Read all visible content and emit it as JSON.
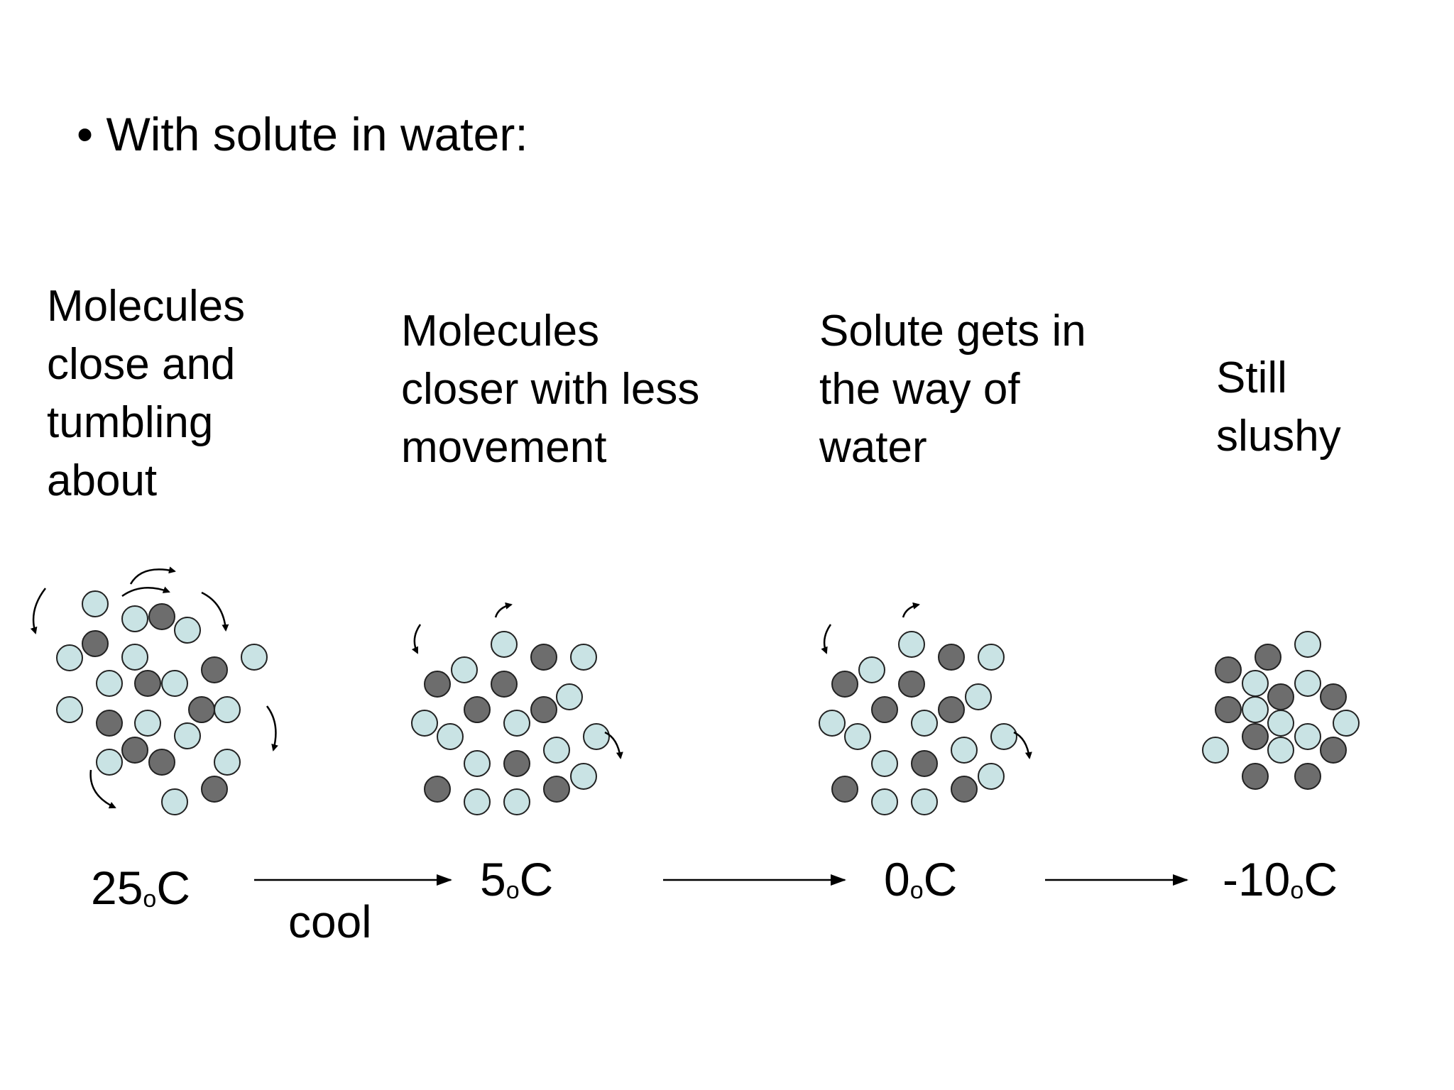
{
  "bullet": "• With solute in water:",
  "stages": [
    {
      "caption": [
        "Molecules",
        "close and",
        "tumbling",
        "about"
      ],
      "temp_value": "25",
      "temp_unit": "C",
      "temp_degree": "o"
    },
    {
      "caption": [
        "Molecules",
        "closer with less",
        "movement"
      ],
      "temp_value": "5",
      "temp_unit": "C",
      "temp_degree": "o"
    },
    {
      "caption": [
        "Solute gets in",
        "the way of",
        "water"
      ],
      "temp_value": "0",
      "temp_unit": "C",
      "temp_degree": "o"
    },
    {
      "caption": [
        "Still",
        "slushy"
      ],
      "temp_value": "-10",
      "temp_unit": "C",
      "temp_degree": "o"
    }
  ],
  "arrow_label": "cool",
  "colors": {
    "water_fill": "#c9e3e4",
    "solute_fill": "#6d6d6d",
    "outline": "#222222",
    "arrow": "#000000"
  }
}
